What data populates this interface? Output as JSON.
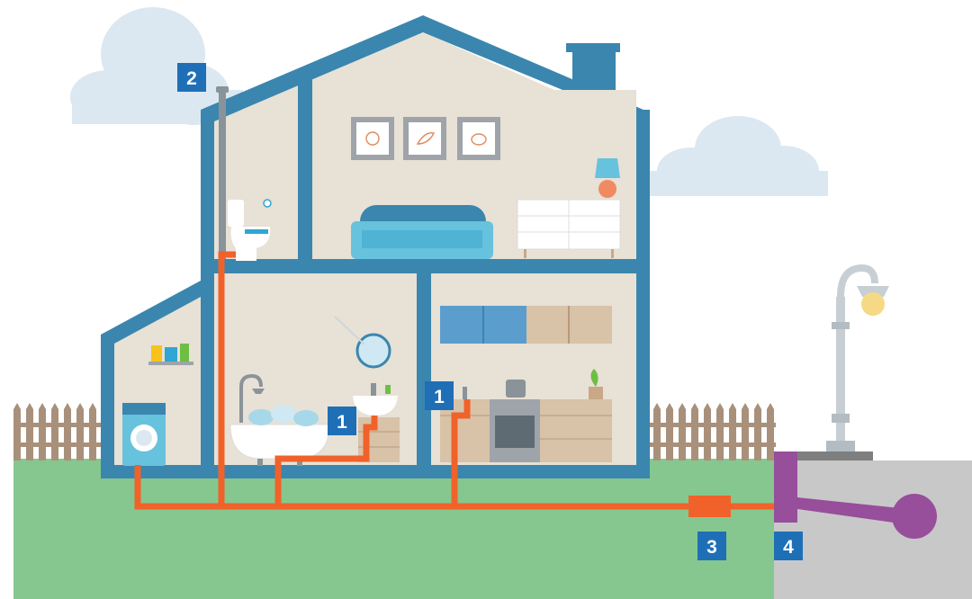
{
  "badges": {
    "fixture_bathroom": "1",
    "fixture_kitchen": "1",
    "vent_stack": "2",
    "cleanout": "3",
    "sewer_connection": "4"
  },
  "colors": {
    "house_frame": "#3b86ae",
    "wall": "#e7e1d6",
    "pipe": "#f0622a",
    "sewer": "#974e9b",
    "grass": "#86c78f",
    "pavement": "#c8c8c8",
    "badge": "#1f6fb6",
    "cloud": "#dbe8f2",
    "fence": "#a9907b"
  }
}
